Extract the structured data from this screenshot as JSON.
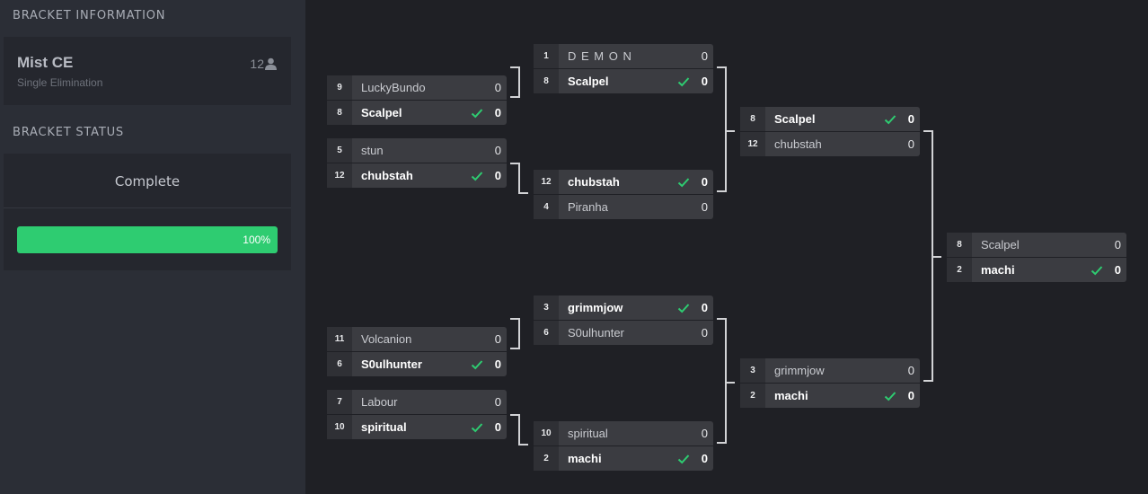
{
  "sidebar": {
    "info_title": "BRACKET INFORMATION",
    "bracket_name": "Mist CE",
    "bracket_type": "Single Elimination",
    "participant_count": "12",
    "status_title": "BRACKET STATUS",
    "status": "Complete",
    "progress": {
      "value": 1.0,
      "label": "100%"
    }
  },
  "colors": {
    "progress": "#2ecc71",
    "check": "#2ecc71"
  },
  "matches": [
    {
      "round": 1,
      "top": {
        "seed": "9",
        "name": "LuckyBundo",
        "score": "0",
        "winner": false
      },
      "bottom": {
        "seed": "8",
        "name": "Scalpel",
        "score": "0",
        "winner": true
      }
    },
    {
      "round": 1,
      "top": {
        "seed": "5",
        "name": "stun",
        "score": "0",
        "winner": false
      },
      "bottom": {
        "seed": "12",
        "name": "chubstah",
        "score": "0",
        "winner": true
      }
    },
    {
      "round": 1,
      "top": {
        "seed": "11",
        "name": "Volcanion",
        "score": "0",
        "winner": false
      },
      "bottom": {
        "seed": "6",
        "name": "S0ulhunter",
        "score": "0",
        "winner": true
      }
    },
    {
      "round": 1,
      "top": {
        "seed": "7",
        "name": "Labour",
        "score": "0",
        "winner": false
      },
      "bottom": {
        "seed": "10",
        "name": "spiritual",
        "score": "0",
        "winner": true
      }
    },
    {
      "round": 2,
      "top": {
        "seed": "1",
        "name": "D E M O N",
        "score": "0",
        "winner": false
      },
      "bottom": {
        "seed": "8",
        "name": "Scalpel",
        "score": "0",
        "winner": true
      }
    },
    {
      "round": 2,
      "top": {
        "seed": "12",
        "name": "chubstah",
        "score": "0",
        "winner": true
      },
      "bottom": {
        "seed": "4",
        "name": "Piranha",
        "score": "0",
        "winner": false
      }
    },
    {
      "round": 2,
      "top": {
        "seed": "3",
        "name": "grimmjow",
        "score": "0",
        "winner": true
      },
      "bottom": {
        "seed": "6",
        "name": "S0ulhunter",
        "score": "0",
        "winner": false
      }
    },
    {
      "round": 2,
      "top": {
        "seed": "10",
        "name": "spiritual",
        "score": "0",
        "winner": false
      },
      "bottom": {
        "seed": "2",
        "name": "machi",
        "score": "0",
        "winner": true
      }
    },
    {
      "round": 3,
      "top": {
        "seed": "8",
        "name": "Scalpel",
        "score": "0",
        "winner": true
      },
      "bottom": {
        "seed": "12",
        "name": "chubstah",
        "score": "0",
        "winner": false
      }
    },
    {
      "round": 3,
      "top": {
        "seed": "3",
        "name": "grimmjow",
        "score": "0",
        "winner": false
      },
      "bottom": {
        "seed": "2",
        "name": "machi",
        "score": "0",
        "winner": true
      }
    },
    {
      "round": 4,
      "top": {
        "seed": "8",
        "name": "Scalpel",
        "score": "0",
        "winner": false
      },
      "bottom": {
        "seed": "2",
        "name": "machi",
        "score": "0",
        "winner": true
      }
    }
  ]
}
